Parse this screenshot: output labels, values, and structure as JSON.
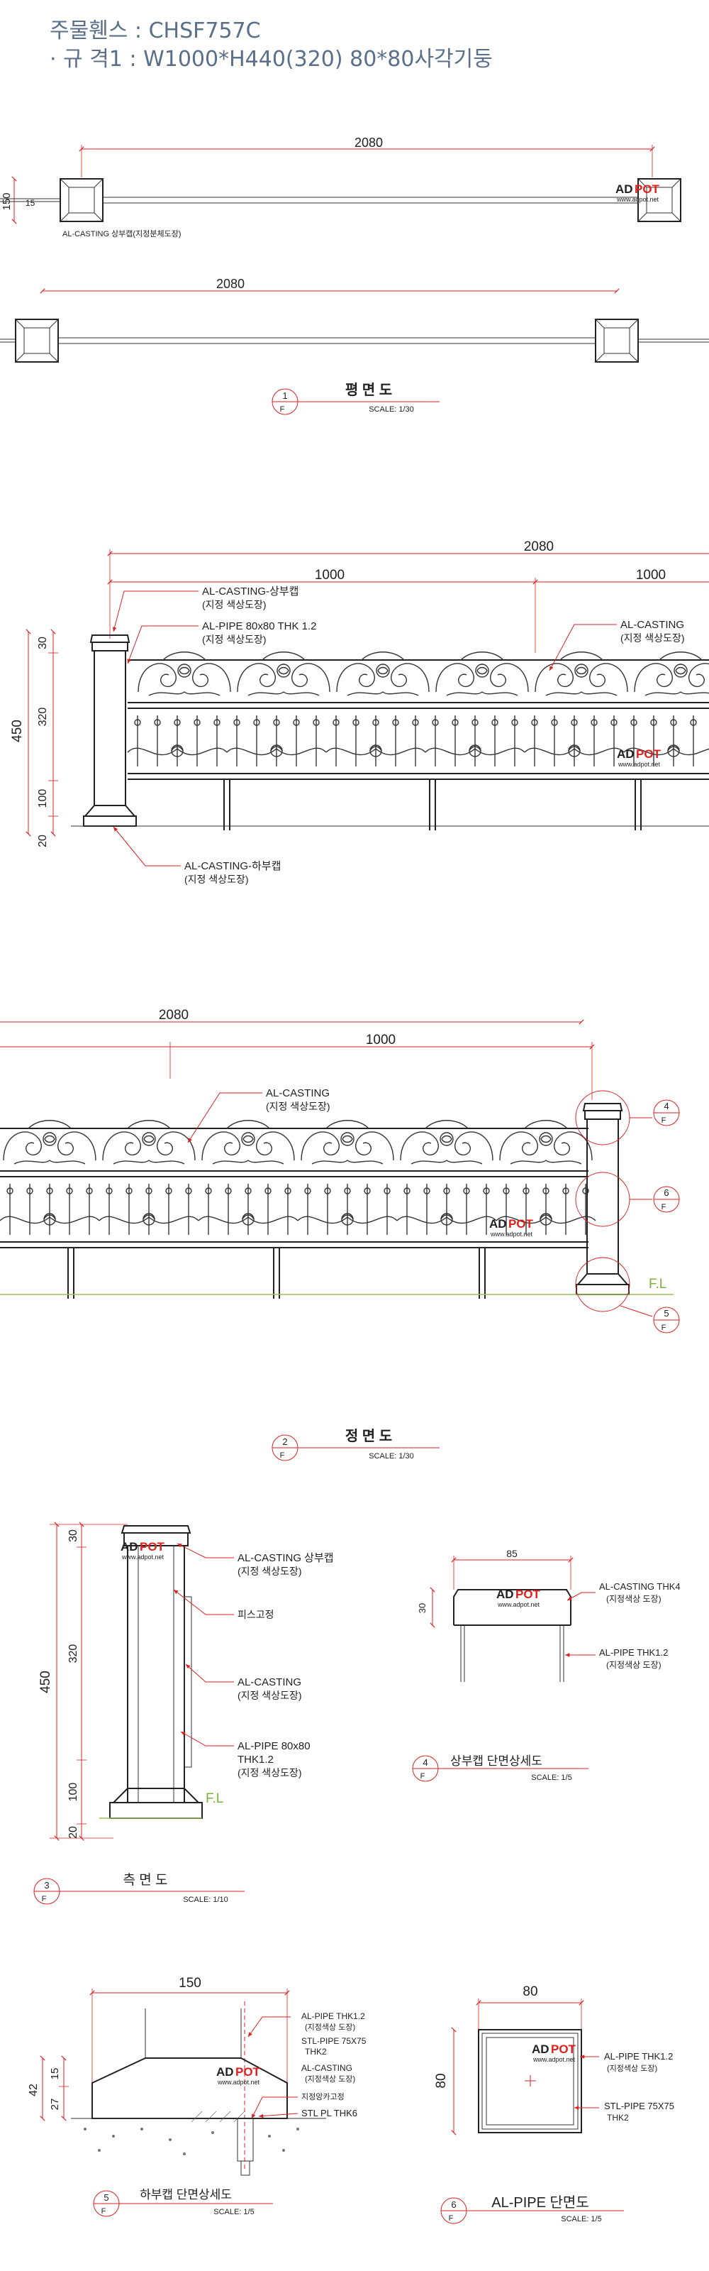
{
  "header": {
    "line1": "주물휀스 : CHSF757C",
    "line2": "· 규 격1 : W1000*H440(320) 80*80사각기둥"
  },
  "watermark": {
    "brand_a": "AD",
    "brand_b": "POT",
    "url": "www.adpot.net"
  },
  "plan": {
    "dim_top": "2080",
    "dim_side": "150",
    "dim_small": "15",
    "note": "AL-CASTING 상부캡(지정분체도장)",
    "dim_second": "2080",
    "title": "평 면 도",
    "bubble_num": "1",
    "bubble_f": "F",
    "scale": "SCALE: 1/30"
  },
  "elev1": {
    "dim_total": "2080",
    "dim_a": "1000",
    "dim_b": "1000",
    "v_total": "450",
    "v_30": "30",
    "v_320": "320",
    "v_100": "100",
    "v_20": "20",
    "note_cap": "AL-CASTING-상부캡",
    "note_cap_sub": "(지정 색상도장)",
    "note_pipe": "AL-PIPE 80x80 THK 1.2",
    "note_pipe_sub": "(지정 색상도장)",
    "note_cast": "AL-CASTING",
    "note_cast_sub": "(지정 색상도장)",
    "note_base": "AL-CASTING-하부캡",
    "note_base_sub": "(지정 색상도장)"
  },
  "elev2": {
    "dim_total": "2080",
    "dim_a": "1000",
    "note_cast": "AL-CASTING",
    "note_cast_sub": "(지정 색상도장)",
    "fl": "F.L",
    "b4": "4",
    "b5": "5",
    "b6": "6",
    "bf": "F",
    "title": "정 면 도",
    "bubble_num": "2",
    "bubble_f": "F",
    "scale": "SCALE: 1/30"
  },
  "side": {
    "v_30": "30",
    "v_320": "320",
    "v_450": "450",
    "v_100": "100",
    "v_20": "20",
    "note_cap": "AL-CASTING 상부캡",
    "note_cap_sub": "(지정 색상도장)",
    "note_screw": "피스고정",
    "note_cast": "AL-CASTING",
    "note_cast_sub": "(지정 색상도장)",
    "note_pipe": "AL-PIPE 80x80",
    "note_pipe2": "THK1.2",
    "note_pipe_sub": "(지정 색상도장)",
    "fl": "F.L",
    "title": "측 면 도",
    "bubble_num": "3",
    "bubble_f": "F",
    "scale": "SCALE: 1/10"
  },
  "capdetail": {
    "dim_top": "85",
    "dim_side": "30",
    "note_cast": "AL-CASTING THK4",
    "note_cast_sub": "(지정색상 도장)",
    "note_pipe": "AL-PIPE THK1.2",
    "note_pipe_sub": "(지정색상 도장)",
    "title": "상부캡 단면상세도",
    "bubble_num": "4",
    "bubble_f": "F",
    "scale": "SCALE: 1/5"
  },
  "basedetail": {
    "dim_top": "150",
    "v_42": "42",
    "v_27": "27",
    "v_15": "15",
    "note1": "AL-PIPE THK1.2",
    "note1_sub": "(지정색상 도장)",
    "note2": "STL-PIPE 75X75",
    "note2_sub": "THK2",
    "note3": "AL-CASTING",
    "note3_sub": "(지정색상 도장)",
    "note4": "지정앙카고정",
    "note5": "STL PL THK6",
    "title": "하부캡 단면상세도",
    "bubble_num": "5",
    "bubble_f": "F",
    "scale": "SCALE: 1/5"
  },
  "pipesection": {
    "dim_top": "80",
    "dim_side": "80",
    "note1": "AL-PIPE THK1.2",
    "note1_sub": "(지정색상 도장)",
    "note2": "STL-PIPE 75X75",
    "note2_sub": "THK2",
    "title": "AL-PIPE 단면도",
    "bubble_num": "6",
    "bubble_f": "F",
    "scale": "SCALE: 1/5"
  }
}
